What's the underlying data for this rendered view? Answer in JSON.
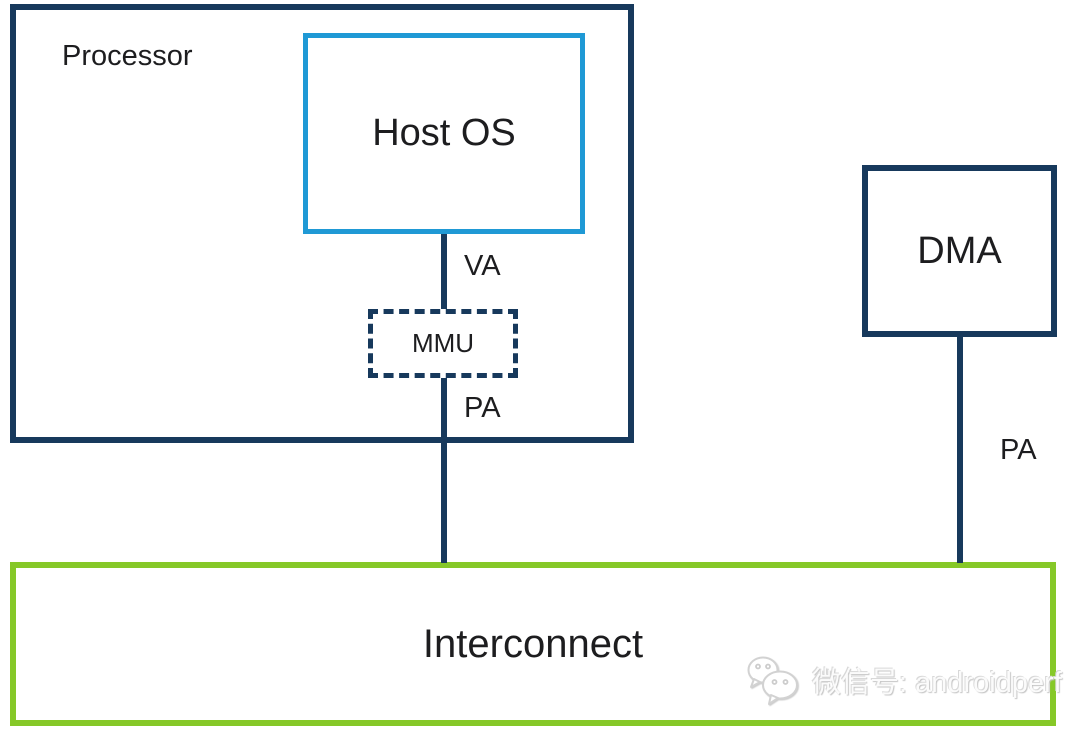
{
  "colors": {
    "navy": "#17395c",
    "blue": "#1f99d5",
    "green": "#86c828",
    "text_dark": "#1d1d1f"
  },
  "diagram": {
    "processor_label": "Processor",
    "host_os_label": "Host OS",
    "mmu_label": "MMU",
    "dma_label": "DMA",
    "interconnect_label": "Interconnect",
    "va_label": "VA",
    "pa_label_cpu": "PA",
    "pa_label_dma": "PA"
  },
  "watermark": {
    "text": "微信号: androidperf",
    "icon": "wechat-icon"
  }
}
